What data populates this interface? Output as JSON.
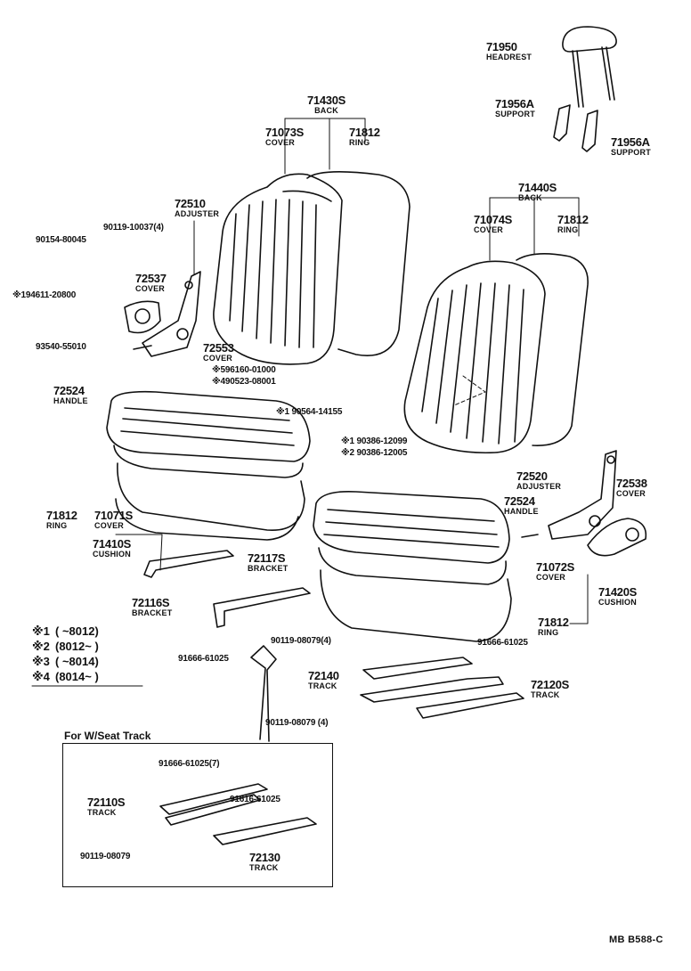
{
  "parts": {
    "headrest": {
      "num": "71950",
      "name": "HEADREST"
    },
    "support_a": {
      "num": "71956A",
      "name": "SUPPORT"
    },
    "support_b": {
      "num": "71956A",
      "name": "SUPPORT"
    },
    "back_l": {
      "num": "71430S",
      "name": "BACK"
    },
    "cover_back_l": {
      "num": "71073S",
      "name": "COVER"
    },
    "ring_back_l": {
      "num": "71812",
      "name": "RING"
    },
    "back_r": {
      "num": "71440S",
      "name": "BACK"
    },
    "cover_back_r": {
      "num": "71074S",
      "name": "COVER"
    },
    "ring_back_r": {
      "num": "71812",
      "name": "RING"
    },
    "adjuster_l": {
      "num": "72510",
      "name": "ADJUSTER"
    },
    "cover_72537": {
      "num": "72537",
      "name": "COVER"
    },
    "cover_72553": {
      "num": "72553",
      "name": "COVER"
    },
    "handle_l": {
      "num": "72524",
      "name": "HANDLE"
    },
    "ring_cush_l": {
      "num": "71812",
      "name": "RING"
    },
    "cover_cush_l": {
      "num": "71071S",
      "name": "COVER"
    },
    "cushion_l": {
      "num": "71410S",
      "name": "CUSHION"
    },
    "adjuster_r": {
      "num": "72520",
      "name": "ADJUSTER"
    },
    "cover_72538": {
      "num": "72538",
      "name": "COVER"
    },
    "handle_r": {
      "num": "72524",
      "name": "HANDLE"
    },
    "cover_cush_r": {
      "num": "71072S",
      "name": "COVER"
    },
    "cushion_r": {
      "num": "71420S",
      "name": "CUSHION"
    },
    "ring_cush_r": {
      "num": "71812",
      "name": "RING"
    },
    "bracket_72117": {
      "num": "72117S",
      "name": "BRACKET"
    },
    "bracket_72116": {
      "num": "72116S",
      "name": "BRACKET"
    },
    "track_72140": {
      "num": "72140",
      "name": "TRACK"
    },
    "track_72120": {
      "num": "72120S",
      "name": "TRACK"
    },
    "track_72110": {
      "num": "72110S",
      "name": "TRACK"
    },
    "track_72130": {
      "num": "72130",
      "name": "TRACK"
    }
  },
  "hardware": {
    "h1": "90119-10037(4)",
    "h2": "90154-80045",
    "h3": "※194611-20800",
    "h4": "93540-55010",
    "h5": "※596160-01000",
    "h6": "※490523-08001",
    "h7": "※1 90564-14155",
    "h8": "※1 90386-12099",
    "h9": "※2 90386-12005",
    "h10": "90119-08079(4)",
    "h11": "91666-61025",
    "h12": "91666-61025",
    "h13": "90119-08079 (4)",
    "h14": "91666-61025(7)",
    "h15": "91616-61025",
    "h16": "90119-08079"
  },
  "legend": [
    {
      "mark": "※1",
      "value": "(      ~8012)"
    },
    {
      "mark": "※2",
      "value": "(8012~      )"
    },
    {
      "mark": "※3",
      "value": "(      ~8014)"
    },
    {
      "mark": "※4",
      "value": "(8014~      )"
    }
  ],
  "inset": {
    "title": "For W/Seat Track"
  },
  "diagram_code": "MB  B588-C"
}
